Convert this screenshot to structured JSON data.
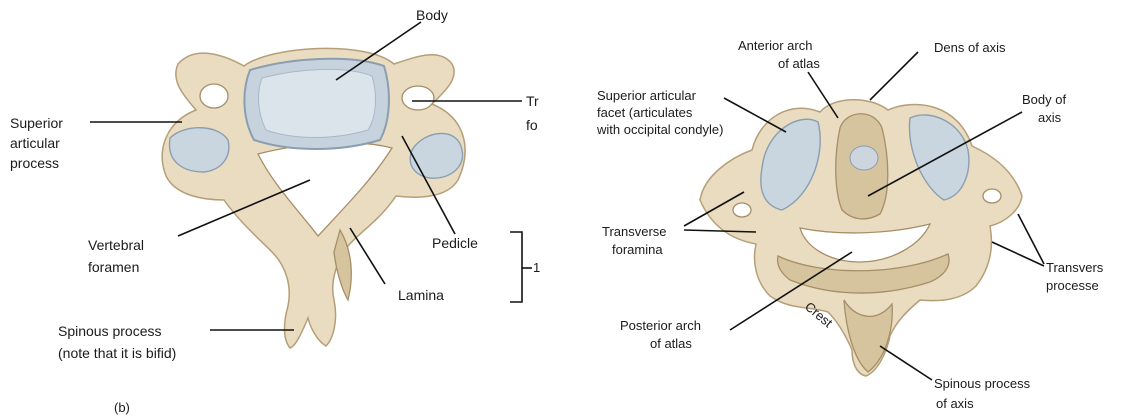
{
  "left_figure": {
    "labels": {
      "body": "Body",
      "superior_line1": "Superior",
      "superior_line2": "articular",
      "superior_line3": "process",
      "transverse_cut1": "Tr",
      "transverse_cut2": "fo",
      "vertebral_line1": "Vertebral",
      "vertebral_line2": "foramen",
      "pedicle": "Pedicle",
      "lamina": "Lamina",
      "bracket_mark": "1",
      "spinous_line1": "Spinous process",
      "spinous_line2": "(note that it is bifid)",
      "figure_mark": "(b)"
    }
  },
  "right_figure": {
    "labels": {
      "anterior_line1": "Anterior arch",
      "anterior_line2": "of atlas",
      "dens": "Dens of axis",
      "superior_line1": "Superior articular",
      "superior_line2": "facet (articulates",
      "superior_line3": "with occipital condyle)",
      "body_line1": "Body of",
      "body_line2": "axis",
      "transverse_foramina_line1": "Transverse",
      "transverse_foramina_line2": "foramina",
      "transverse_process_line1": "Transvers",
      "transverse_process_line2": "processe",
      "posterior_line1": "Posterior arch",
      "posterior_line2": "of atlas",
      "crest": "Crest",
      "spinous_line1": "Spinous process",
      "spinous_line2": "of axis"
    }
  }
}
